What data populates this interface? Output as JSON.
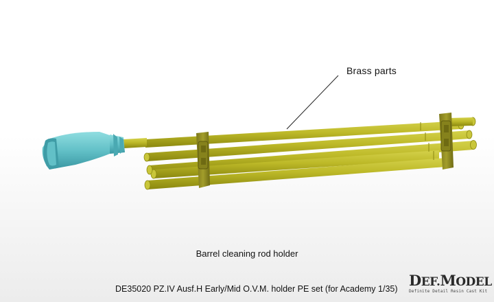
{
  "callout": {
    "label": "Brass parts"
  },
  "caption": {
    "text": "Barrel cleaning rod holder"
  },
  "product": {
    "title": "DE35020 PZ.IV Ausf.H Early/Mid O.V.M. holder PE set (for Academy 1/35)"
  },
  "logo": {
    "first_letter": "D",
    "first_rest": "EF.",
    "second_letter": "M",
    "second_rest": "ODEL",
    "tagline": "Definite Detail Resin Cast Kit"
  },
  "colors": {
    "rod": "#b8b422",
    "rod_shadow": "#8c8a10",
    "brush": "#6cc6cc",
    "brush_shadow": "#3f9ca6",
    "clamp": "#8f8a22"
  }
}
